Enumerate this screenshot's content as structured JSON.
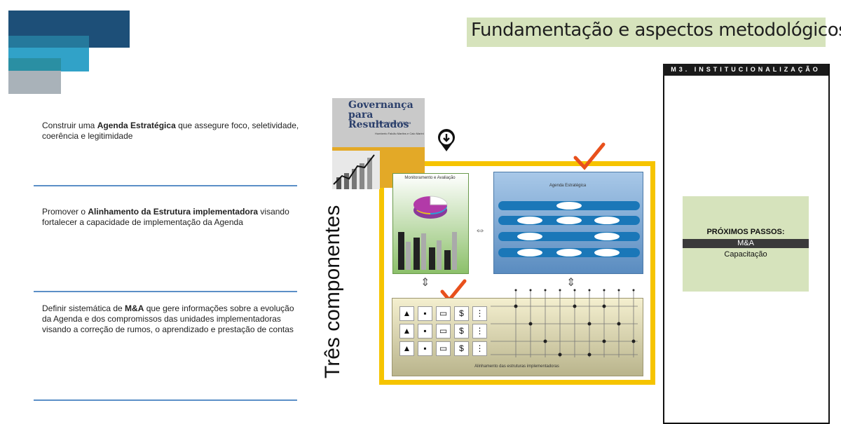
{
  "header": {
    "title": "Fundamentação e aspectos metodológicos"
  },
  "bullets": [
    {
      "pre": "Construir uma ",
      "bold": "Agenda Estratégica",
      "post": " que assegure foco, seletividade, coerência e legitimidade"
    },
    {
      "pre": "Promover o ",
      "bold": "Alinhamento da Estrutura implementadora",
      "post": " visando fortalecer a capacidade de implementação da Agenda"
    },
    {
      "pre": "Definir sistemática de ",
      "bold": "M&A",
      "post": " que gere informações sobre a evolução da Agenda e dos compromissos das unidades implementadoras visando a correção de rumos, o aprendizado e prestação de contas"
    }
  ],
  "diagram": {
    "vertical_label": "Três componentes",
    "book": {
      "title": "Governança para Resultados",
      "subtitle": "na Administração Pública",
      "authors": "Humberto Falcão Martins e Caio Marini"
    },
    "panel_ma": "Monitoramento e Avaliação",
    "panel_ae": "Agenda Estratégica",
    "panel_al": "Alinhamento das estruturas implementadoras"
  },
  "right_panel": {
    "header": "M3. INSTITUCIONALIZAÇÃO",
    "next_title": "PRÓXIMOS PASSOS:",
    "items": [
      "M&A",
      "Capacitação"
    ]
  },
  "colors": {
    "accent_blue": "#1d4f78",
    "title_bg": "#d6e3bc",
    "frame_yellow": "#f6c400",
    "check_orange": "#e8501c"
  }
}
